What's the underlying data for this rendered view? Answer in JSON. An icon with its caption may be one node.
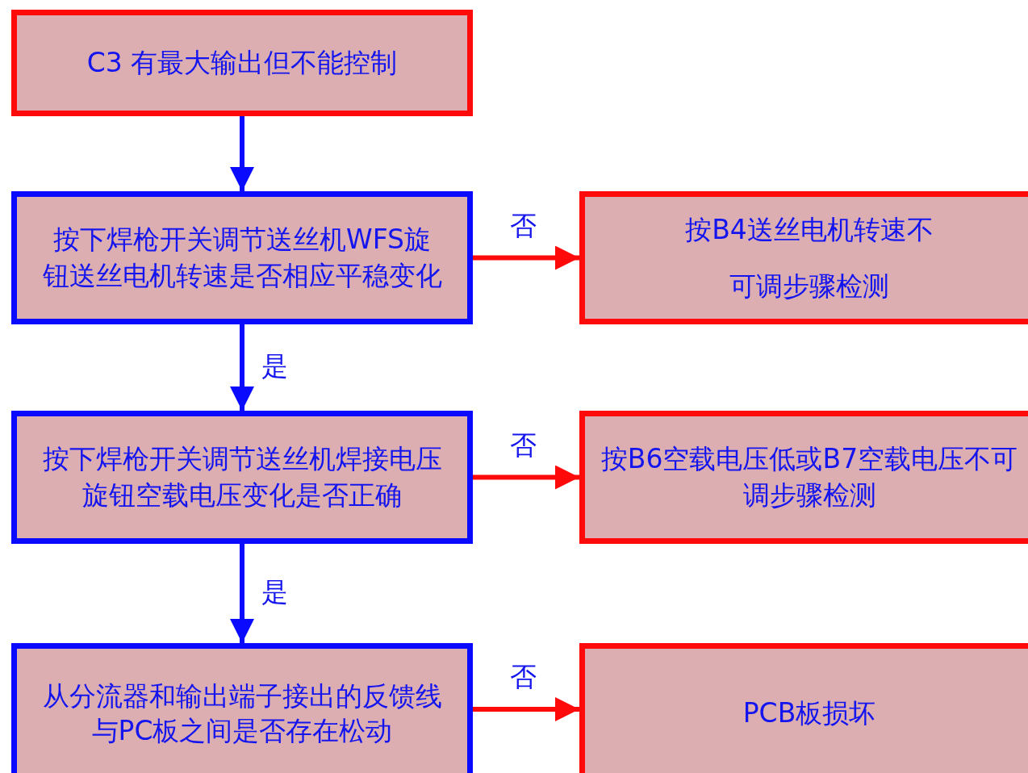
{
  "diagram": {
    "nodes": [
      {
        "text": [
          "C3 有最大输出但不能控制"
        ]
      },
      {
        "text": [
          "按下焊枪开关调节送丝机WFS旋钮送丝电机转速是否相应平稳变化"
        ]
      },
      {
        "text": [
          "按B4送丝电机转速不可调步骤检测"
        ]
      },
      {
        "text": [
          "按下焊枪开关调节送丝机焊接电压旋钮空载电压变化是否正确"
        ]
      },
      {
        "text": [
          "按B6空载电压低或B7空载电压不可调步骤检测"
        ]
      },
      {
        "text": [
          "从分流器和输出端子接出的反馈线与PC板之间是否存在松动"
        ]
      },
      {
        "text": [
          "PCB板损坏"
        ]
      }
    ],
    "edges": [
      {
        "from": 0,
        "to": 1,
        "arrow": "to",
        "color": "#0a0aff"
      },
      {
        "from": 1,
        "to": 2,
        "arrow": "to",
        "label": "否",
        "color": "#ff0a0a"
      },
      {
        "from": 1,
        "to": 3,
        "arrow": "to",
        "label": "是",
        "color": "#0a0aff"
      },
      {
        "from": 3,
        "to": 4,
        "arrow": "to",
        "label": "否",
        "color": "#ff0a0a"
      },
      {
        "from": 3,
        "to": 5,
        "arrow": "to",
        "label": "是",
        "color": "#0a0aff"
      },
      {
        "from": 5,
        "to": 6,
        "arrow": "to",
        "label": "否",
        "color": "#ff0a0a"
      }
    ]
  }
}
